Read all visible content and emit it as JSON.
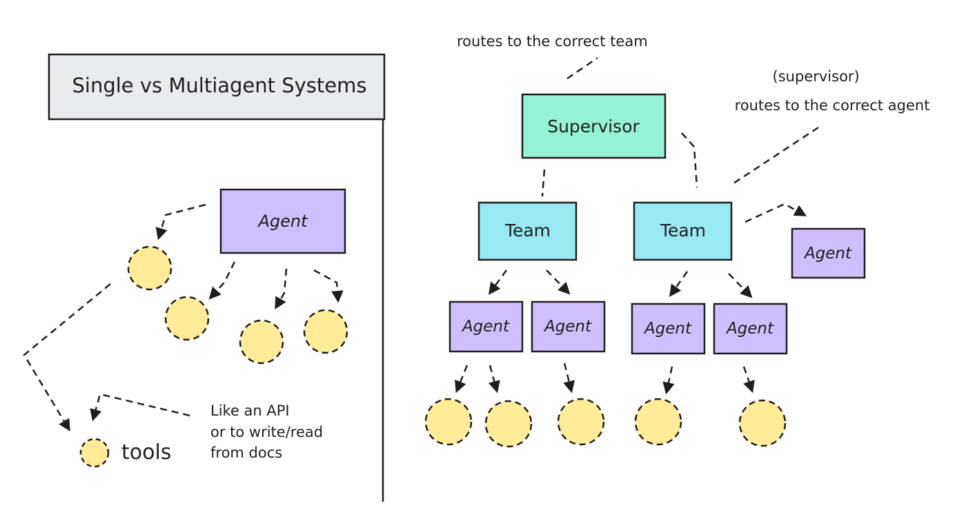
{
  "title": "Single vs Multiagent Systems",
  "colors": {
    "agent_fill": "#d0bfff",
    "team_fill": "#99e9f2",
    "supervisor_fill": "#96f2d7",
    "tool_fill": "#ffec99",
    "title_fill": "#e9ecef",
    "stroke": "#1e1e1e"
  },
  "single": {
    "agent_label": "Agent",
    "legend_label": "tools",
    "note_lines": [
      "Like an API",
      "or to write/read",
      "from docs"
    ]
  },
  "multi": {
    "supervisor_label": "Supervisor",
    "supervisor_note": "routes to the correct team",
    "team_note_line1": "(supervisor)",
    "team_note_line2": "routes to the correct agent",
    "team_label": "Team",
    "agent_label": "Agent"
  }
}
